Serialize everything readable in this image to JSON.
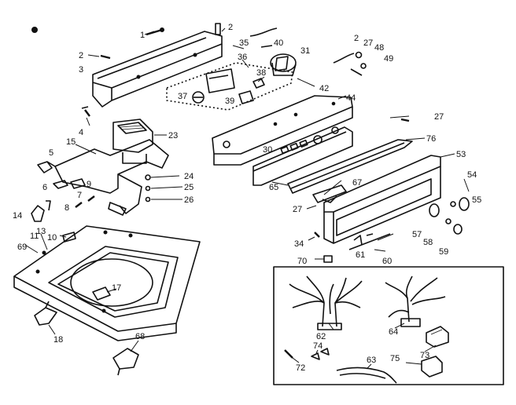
{
  "callouts": {
    "c1": "1",
    "c2a": "2",
    "c2b": "2",
    "c2c": "2",
    "c3": "3",
    "c4": "4",
    "c5": "5",
    "c6": "6",
    "c7": "7",
    "c8": "8",
    "c9": "9",
    "c10": "10",
    "c11": "11",
    "c13": "13",
    "c14": "14",
    "c15": "15",
    "c17": "17",
    "c18": "18",
    "c23": "23",
    "c24": "24",
    "c25": "25",
    "c26": "26",
    "c27a": "27",
    "c27b": "27",
    "c27c": "27",
    "c30": "30",
    "c31": "31",
    "c34": "34",
    "c35": "35",
    "c36": "36",
    "c37": "37",
    "c38": "38",
    "c39": "39",
    "c40": "40",
    "c42": "42",
    "c44": "44",
    "c48": "48",
    "c49": "49",
    "c53": "53",
    "c54": "54",
    "c55": "55",
    "c57": "57",
    "c58": "58",
    "c59": "59",
    "c60": "60",
    "c61": "61",
    "c62": "62",
    "c63": "63",
    "c64": "64",
    "c65": "65",
    "c67": "67",
    "c68": "68",
    "c69": "69",
    "c70": "70",
    "c72": "72",
    "c73": "73",
    "c74": "74",
    "c75": "75",
    "c76": "76"
  }
}
